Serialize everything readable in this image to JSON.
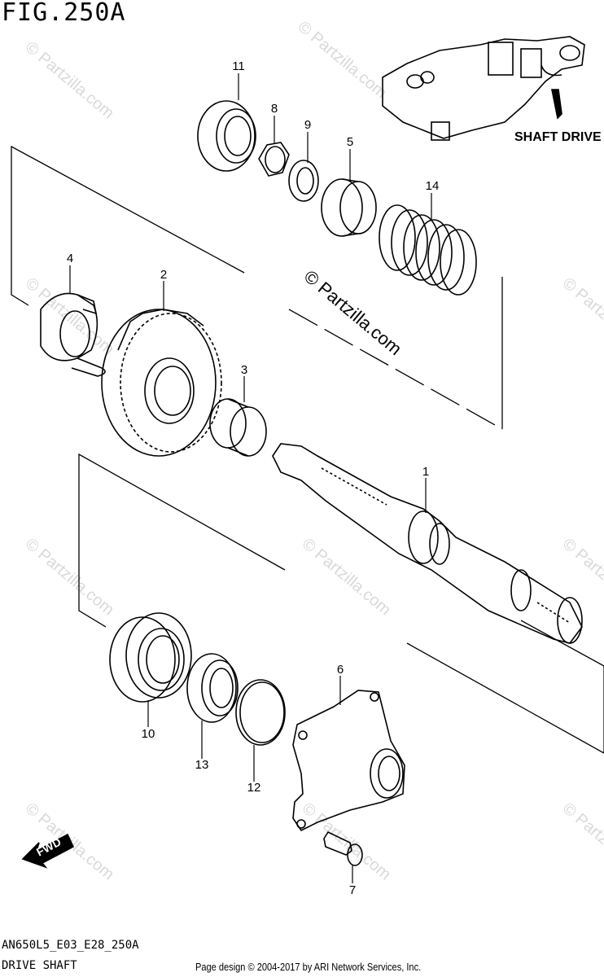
{
  "figure": {
    "title": "FIG.250A"
  },
  "inset": {
    "label": "SHAFT DRIVE"
  },
  "direction_marker": {
    "label": "FWD"
  },
  "watermark": {
    "center_text": "© Partzilla.com",
    "tile_text": "© Partzilla.com"
  },
  "footer": {
    "code": "AN650L5_E03_E28_250A",
    "name": "DRIVE SHAFT",
    "credit": "Page design © 2004-2017 by ARI Network Services, Inc."
  },
  "callouts": {
    "c1": "1",
    "c2": "2",
    "c3": "3",
    "c4": "4",
    "c5": "5",
    "c6": "6",
    "c7": "7",
    "c8": "8",
    "c9": "9",
    "c10": "10",
    "c11": "11",
    "c12": "12",
    "c13": "13",
    "c14": "14"
  },
  "colors": {
    "line": "#000000",
    "watermark": "#d9d9d9",
    "background": "#ffffff"
  }
}
